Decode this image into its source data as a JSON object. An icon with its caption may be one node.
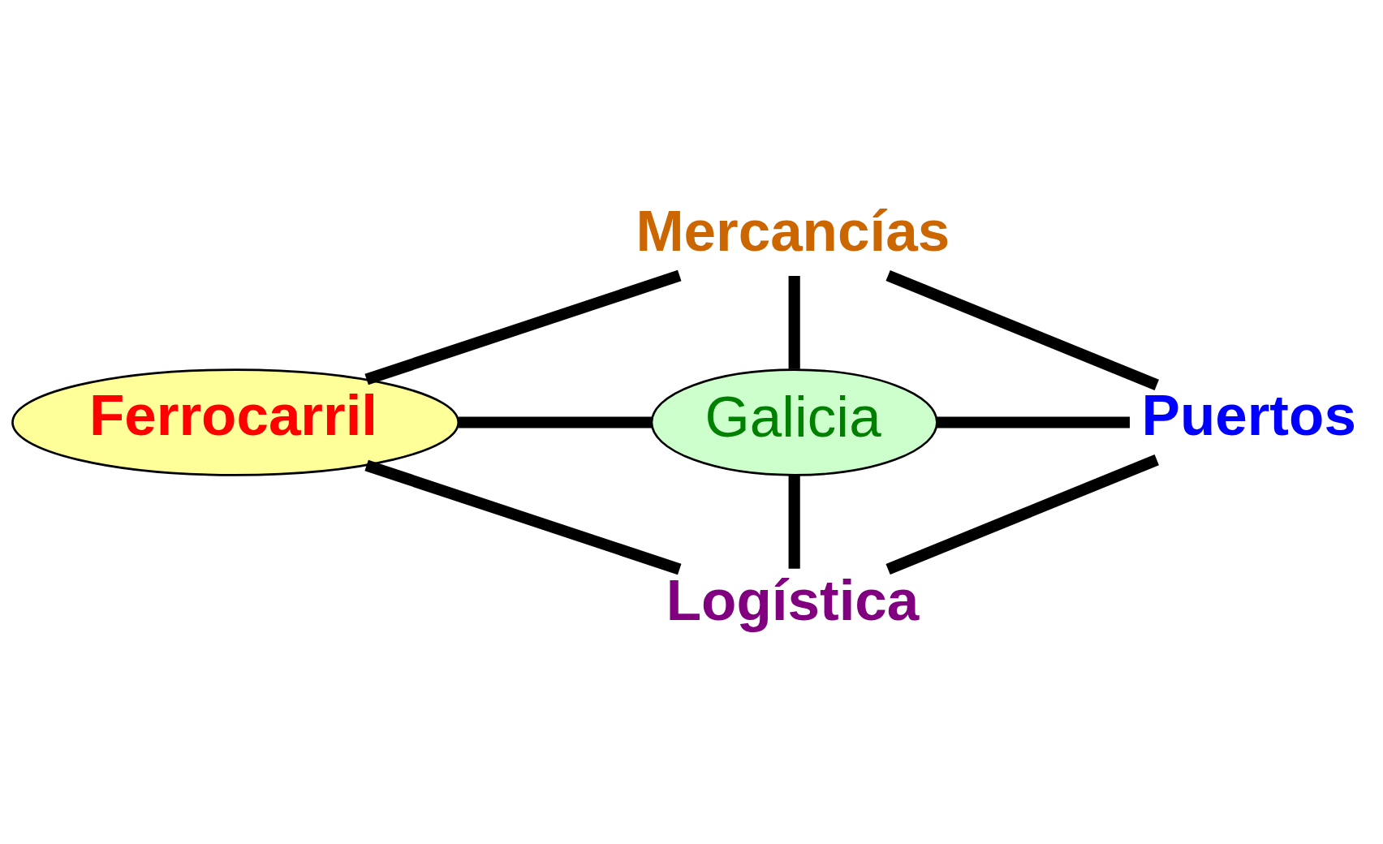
{
  "diagram": {
    "nodes": [
      {
        "text": [
          "Mercancías"
        ]
      },
      {
        "text": [
          "Ferrocarril"
        ]
      },
      {
        "text": [
          "Galicia"
        ]
      },
      {
        "text": [
          "Puertos"
        ]
      },
      {
        "text": [
          "Logística"
        ]
      }
    ],
    "edges": [
      {
        "from": 0,
        "to": 1,
        "arrow": "none"
      },
      {
        "from": 0,
        "to": 2,
        "arrow": "none"
      },
      {
        "from": 0,
        "to": 3,
        "arrow": "none"
      },
      {
        "from": 1,
        "to": 2,
        "arrow": "none"
      },
      {
        "from": 2,
        "to": 3,
        "arrow": "none"
      },
      {
        "from": 1,
        "to": 4,
        "arrow": "none"
      },
      {
        "from": 2,
        "to": 4,
        "arrow": "none"
      },
      {
        "from": 3,
        "to": 4,
        "arrow": "none"
      }
    ]
  }
}
